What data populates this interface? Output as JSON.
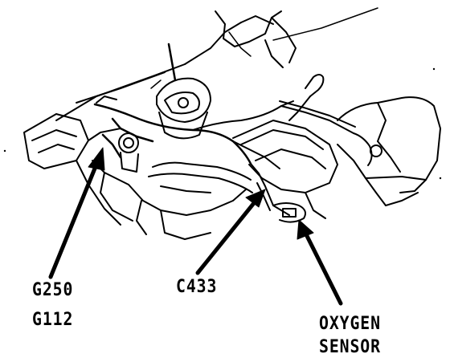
{
  "labels": {
    "ground_1": "G250",
    "ground_2": "G112",
    "connector": "C433",
    "sensor_line_1": "OXYGEN",
    "sensor_line_2": "SENSOR"
  },
  "colors": {
    "ink": "#000000",
    "paper": "#ffffff"
  }
}
